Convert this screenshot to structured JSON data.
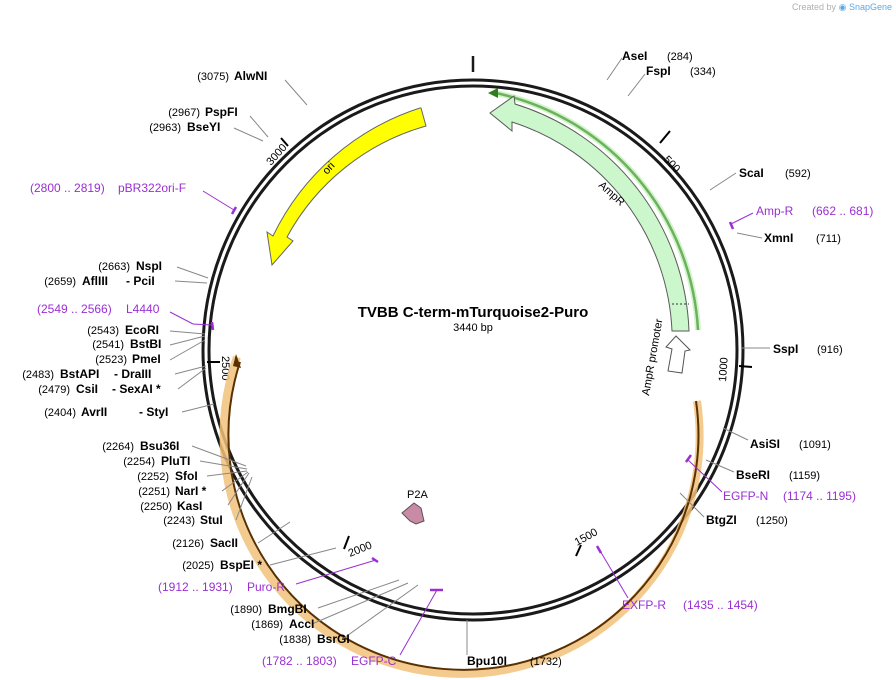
{
  "watermark": {
    "prefix": "Created by",
    "brand": "SnapGene"
  },
  "plasmid": {
    "name": "TVBB C-term-mTurquoise2-Puro",
    "length_label": "3440 bp",
    "length": 3440
  },
  "ticks": [
    "500",
    "1000",
    "1500",
    "2000",
    "2500",
    "3000"
  ],
  "features": {
    "ori": "ori",
    "ampr": "AmpR",
    "ampr_promoter": "AmpR promoter",
    "p2a": "P2A"
  },
  "right_sites": [
    {
      "name": "AseI",
      "pos": "(284)"
    },
    {
      "name": "FspI",
      "pos": "(334)"
    },
    {
      "name": "ScaI",
      "pos": "(592)"
    },
    {
      "name": "XmnI",
      "pos": "(711)"
    },
    {
      "name": "SspI",
      "pos": "(916)"
    },
    {
      "name": "AsiSI",
      "pos": "(1091)"
    },
    {
      "name": "BseRI",
      "pos": "(1159)"
    },
    {
      "name": "BtgZI",
      "pos": "(1250)"
    },
    {
      "name": "Bpu10I",
      "pos": "(1732)"
    }
  ],
  "left_sites": [
    {
      "pos": "(3075)",
      "name": "AlwNI"
    },
    {
      "pos": "(2967)",
      "name": "PspFI"
    },
    {
      "pos": "(2963)",
      "name": "BseYI"
    },
    {
      "pos": "(2663)",
      "name": "NspI"
    },
    {
      "pos": "(2659)",
      "name": "AflIII",
      "name2": "- PciI"
    },
    {
      "pos": "(2543)",
      "name": "EcoRI"
    },
    {
      "pos": "(2541)",
      "name": "BstBI"
    },
    {
      "pos": "(2523)",
      "name": "PmeI"
    },
    {
      "pos": "(2483)",
      "name": "BstAPI",
      "name2": "- DraIII"
    },
    {
      "pos": "(2479)",
      "name": "CsiI",
      "name2": "- SexAI *"
    },
    {
      "pos": "(2404)",
      "name": "AvrII",
      "name2": "- StyI"
    },
    {
      "pos": "(2264)",
      "name": "Bsu36I"
    },
    {
      "pos": "(2254)",
      "name": "PluTI"
    },
    {
      "pos": "(2252)",
      "name": "SfoI"
    },
    {
      "pos": "(2251)",
      "name": "NarI *"
    },
    {
      "pos": "(2250)",
      "name": "KasI"
    },
    {
      "pos": "(2243)",
      "name": "StuI"
    },
    {
      "pos": "(2126)",
      "name": "SacII"
    },
    {
      "pos": "(2025)",
      "name": "BspEI *"
    },
    {
      "pos": "(1890)",
      "name": "BmgBI"
    },
    {
      "pos": "(1869)",
      "name": "AccI"
    },
    {
      "pos": "(1838)",
      "name": "BsrGI"
    }
  ],
  "primers": [
    {
      "range": "(2800 .. 2819)",
      "name": "pBR322ori-F"
    },
    {
      "name": "Amp-R",
      "range": "(662 .. 681)"
    },
    {
      "range": "(2549 .. 2566)",
      "name": "L4440"
    },
    {
      "name": "EGFP-N",
      "range": "(1174 .. 1195)"
    },
    {
      "name": "EXFP-R",
      "range": "(1435 .. 1454)"
    },
    {
      "range": "(1912 .. 1931)",
      "name": "Puro-R"
    },
    {
      "range": "(1782 .. 1803)",
      "name": "EGFP-C"
    }
  ],
  "colors": {
    "backbone": "#1a1a1a",
    "ori": "#ffff00",
    "ampr": "#ccf7cc",
    "ampr_highlight": "#2e7d1e",
    "insert_highlight": "#f2c27a",
    "p2a": "#c98aa6",
    "primer": "#9a2fd3"
  }
}
